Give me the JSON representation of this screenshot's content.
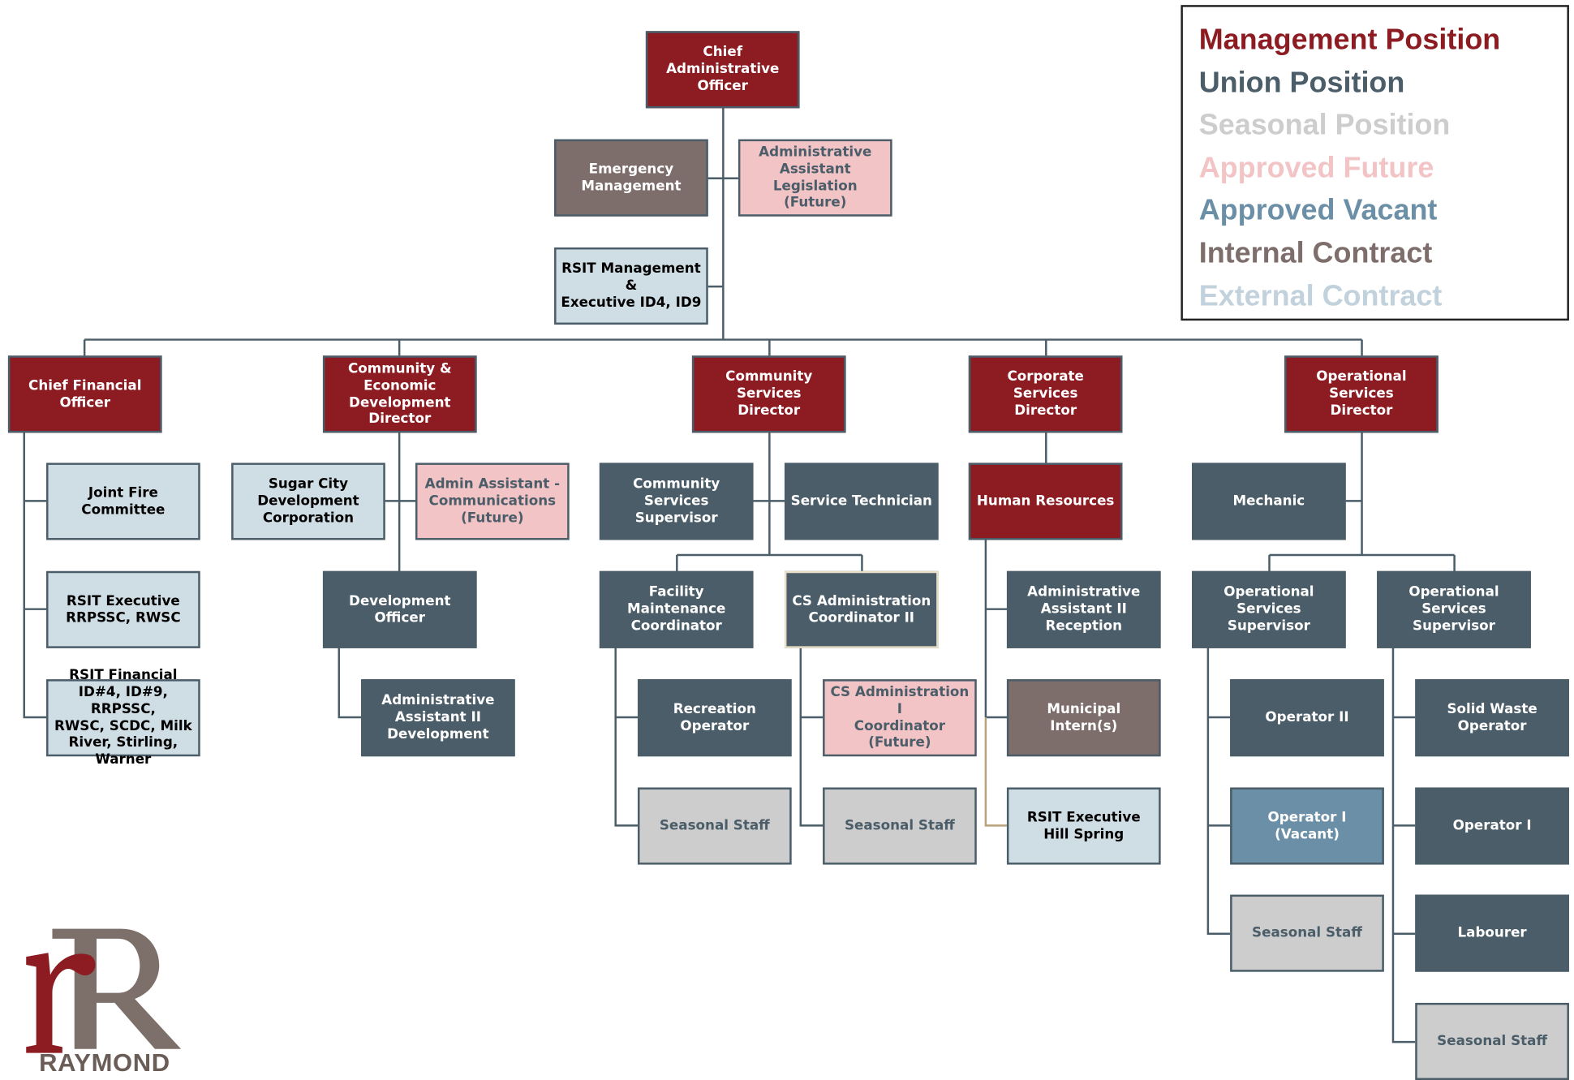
{
  "org": {
    "cao": "Chief Administrative\nOfficer",
    "emergency": "Emergency\nManagement",
    "admin_legislation": "Administrative\nAssistant Legislation\n(Future)",
    "rsit_mgmt": "RSIT Management &\nExecutive ID4, ID9",
    "cfo": "Chief Financial Officer",
    "joint_fire": "Joint Fire Committee",
    "rsit_exec_rrpssc": "RSIT Executive\nRRPSSC, RWSC",
    "rsit_financial": "RSIT Financial\nID#4, ID#9, RRPSSC,\nRWSC, SCDC, Milk\nRiver, Stirling, Warner",
    "ced_director": "Community &\nEconomic Development\nDirector",
    "sugar_city": "Sugar City\nDevelopment\nCorporation",
    "admin_comms": "Admin Assistant -\nCommunications\n(Future)",
    "dev_officer": "Development Officer",
    "admin_dev": "Administrative\nAssistant II\nDevelopment",
    "cs_director": "Community Services\nDirector",
    "cs_supervisor": "Community Services\nSupervisor",
    "service_tech": "Service Technician",
    "facility_coord": "Facility Maintenance\nCoordinator",
    "cs_admin2": "CS Administration\nCoordinator II",
    "recreation_op": "Recreation Operator",
    "seasonal_a": "Seasonal Staff",
    "cs_admin1": "CS Administration I\nCoordinator\n(Future)",
    "seasonal_b": "Seasonal Staff",
    "corp_director": "Corporate Services\nDirector",
    "hr": "Human Resources",
    "admin_reception": "Administrative\nAssistant II\nReception",
    "intern": "Municipal Intern(s)",
    "rsit_hill": "RSIT Executive\nHill Spring",
    "ops_director": "Operational Services\nDirector",
    "mechanic": "Mechanic",
    "ops_sup_1": "Operational Services\nSupervisor",
    "ops_sup_2": "Operational Services\nSupervisor",
    "operator2": "Operator II",
    "operator1_vacant": "Operator I\n(Vacant)",
    "seasonal_c": "Seasonal Staff",
    "solid_waste": "Solid Waste Operator",
    "operator1": "Operator I",
    "labourer": "Labourer",
    "seasonal_d": "Seasonal Staff"
  },
  "legend": {
    "management": "Management Position",
    "union": "Union Position",
    "seasonal": "Seasonal Position",
    "future": "Approved Future",
    "vacant": "Approved Vacant",
    "internal": "Internal Contract",
    "external": "External Contract"
  },
  "colors": {
    "management": "#8c1c22",
    "union": "#4a5d68",
    "seasonal": "#cdcdcd",
    "future": "#f2c4c6",
    "vacant": "#6b8fa6",
    "internal": "#7d6e6c",
    "external": "#cfdde5"
  },
  "logo": {
    "wordmark": "RAYMOND"
  }
}
